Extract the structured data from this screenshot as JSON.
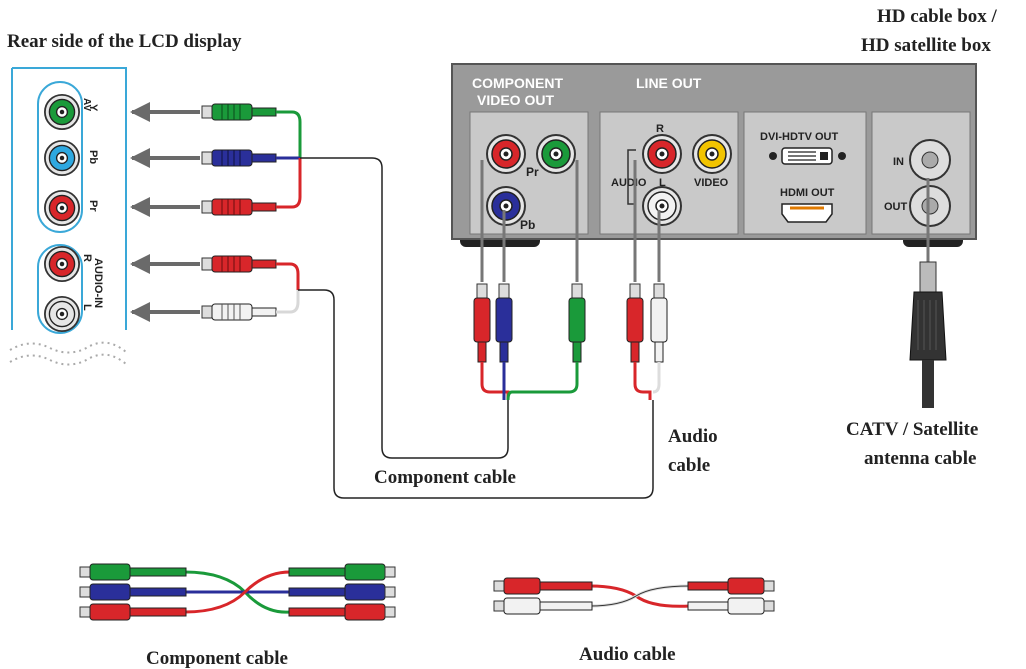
{
  "display": {
    "title": "Rear side of the LCD display",
    "ports": {
      "y": "Y",
      "av": "AV",
      "pb": "Pb",
      "pr": "Pr",
      "r": "R",
      "l": "L",
      "audio_in": "AUDIO-IN"
    }
  },
  "box": {
    "title_line1": "HD cable box /",
    "title_line2": "HD satellite box",
    "component_video_out_line1": "COMPONENT",
    "component_video_out_line2": "VIDEO OUT",
    "line_out": "LINE OUT",
    "pr": "Pr",
    "pb": "Pb",
    "r": "R",
    "audio": "AUDIO",
    "l": "L",
    "video": "VIDEO",
    "dvi_out": "DVI-HDTV OUT",
    "hdmi_out": "HDMI OUT",
    "in": "IN",
    "out": "OUT"
  },
  "labels": {
    "component_cable": "Component cable",
    "audio_cable_line1": "Audio",
    "audio_cable_line2": "cable",
    "antenna_line1": "CATV / Satellite",
    "antenna_line2": "antenna cable",
    "legend_component": "Component cable",
    "legend_audio": "Audio cable"
  },
  "colors": {
    "green": "#1a9a3a",
    "blue": "#2a2f9a",
    "red": "#d8262a",
    "white": "#f2f2f2",
    "panel": "#9a9a9a",
    "frame": "#3aa8d8"
  }
}
